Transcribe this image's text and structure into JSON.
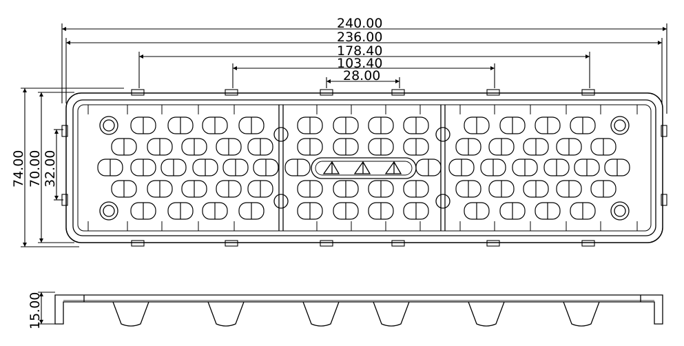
{
  "drawing": {
    "dimensions": {
      "overall_length": "240.00",
      "inner_length": "236.00",
      "outer_slot_spacing": "178.40",
      "middle_slot_spacing": "103.40",
      "center_slot_spacing": "28.00",
      "overall_width": "74.00",
      "inner_width": "70.00",
      "center_width": "32.00",
      "height": "15.00"
    },
    "line_color": "#000000"
  }
}
